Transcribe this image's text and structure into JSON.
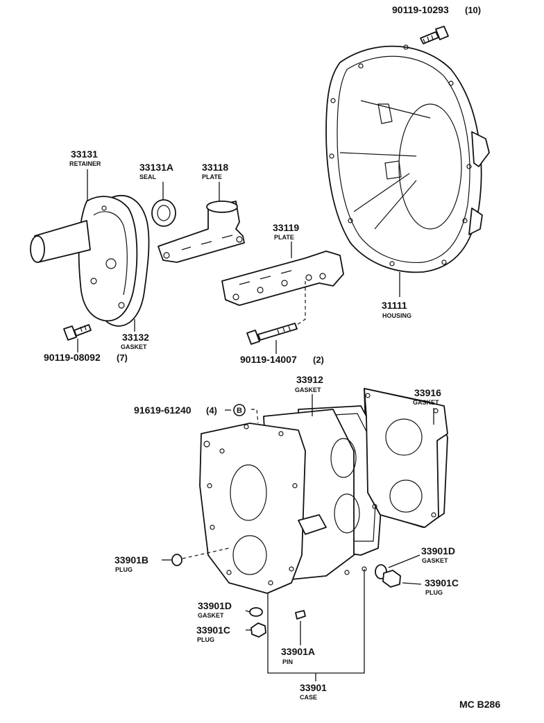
{
  "diagram_code": "MC B286",
  "callouts": [
    {
      "id": "bolt_top",
      "number": "90119-10293",
      "qty": "(10)",
      "name": ""
    },
    {
      "id": "retainer",
      "number": "33131",
      "qty": "",
      "name": "RETAINER"
    },
    {
      "id": "seal",
      "number": "33131A",
      "qty": "",
      "name": "SEAL"
    },
    {
      "id": "plate_a",
      "number": "33118",
      "qty": "",
      "name": "PLATE"
    },
    {
      "id": "plate_b",
      "number": "33119",
      "qty": "",
      "name": "PLATE"
    },
    {
      "id": "housing",
      "number": "31111",
      "qty": "",
      "name": "HOUSING"
    },
    {
      "id": "gasket_retainer",
      "number": "33132",
      "qty": "",
      "name": "GASKET"
    },
    {
      "id": "bolt_left",
      "number": "90119-08092",
      "qty": "(7)",
      "name": ""
    },
    {
      "id": "bolt_plate",
      "number": "90119-14007",
      "qty": "(2)",
      "name": ""
    },
    {
      "id": "gasket_912",
      "number": "33912",
      "qty": "",
      "name": "GASKET"
    },
    {
      "id": "gasket_916",
      "number": "33916",
      "qty": "",
      "name": "GASKET"
    },
    {
      "id": "stud",
      "number": "91619-61240",
      "qty": "(4)",
      "name": "",
      "marker": "B"
    },
    {
      "id": "plug_b",
      "number": "33901B",
      "qty": "",
      "name": "PLUG"
    },
    {
      "id": "gasket_d_right",
      "number": "33901D",
      "qty": "",
      "name": "GASKET"
    },
    {
      "id": "plug_c_right",
      "number": "33901C",
      "qty": "",
      "name": "PLUG"
    },
    {
      "id": "gasket_d_left",
      "number": "33901D",
      "qty": "",
      "name": "GASKET"
    },
    {
      "id": "plug_c_left",
      "number": "33901C",
      "qty": "",
      "name": "PLUG"
    },
    {
      "id": "pin",
      "number": "33901A",
      "qty": "",
      "name": "PIN"
    },
    {
      "id": "case",
      "number": "33901",
      "qty": "",
      "name": "CASE"
    }
  ]
}
